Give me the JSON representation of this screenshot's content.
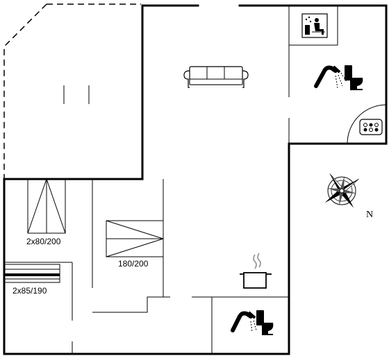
{
  "floorplan": {
    "beds": [
      {
        "label": "2x80/200"
      },
      {
        "label": "180/200"
      },
      {
        "label": "2x85/190"
      }
    ],
    "compass": {
      "north_label": "N"
    },
    "icons": [
      "sofa-icon",
      "shower-icon",
      "toilet-icon",
      "sauna-icon",
      "whirlpool-icon",
      "stove-pot-icon",
      "compass-rose-icon"
    ],
    "colors": {
      "lines": "#000000",
      "background": "#ffffff"
    }
  }
}
